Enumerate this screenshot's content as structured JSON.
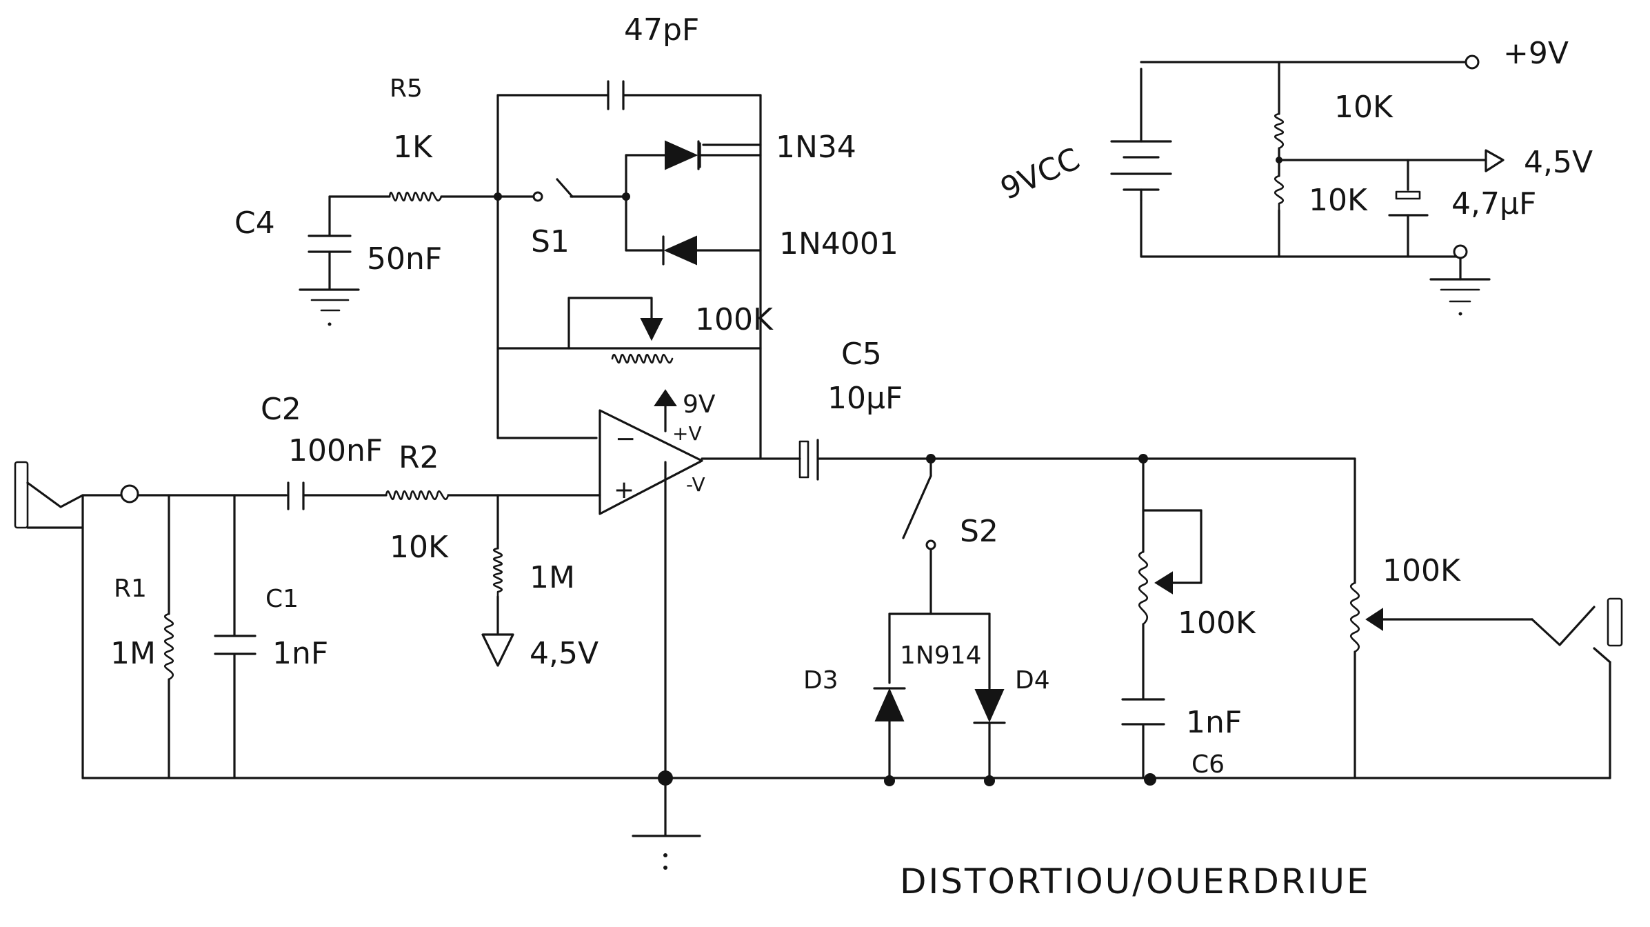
{
  "title": "DISTORTIOU/OUERDRIUE",
  "labels": {
    "c_feedback": "47pF",
    "r5_name": "R5",
    "r5_value": "1K",
    "c4_name": "C4",
    "c4_value": "50nF",
    "s1": "S1",
    "d_1n34": "1N34",
    "d_1n4001": "1N4001",
    "pot_feedback": "100K",
    "c5_name": "C5",
    "c5_value": "10µF",
    "c2_name": "C2",
    "c2_value": "100nF",
    "r2_name": "R2",
    "r2_value": "10K",
    "r_bias": "1M",
    "bias_v": "4,5V",
    "opamp_plus_v": "+V",
    "opamp_minus_v": "-V",
    "opamp_supply": "9V",
    "opamp_minus": "−",
    "opamp_plus": "+",
    "r1_name": "R1",
    "r1_value": "1M",
    "c1_name": "C1",
    "c1_value": "1nF",
    "s2": "S2",
    "d_1n914": "1N914",
    "d3": "D3",
    "d4": "D4",
    "pot_tone": "100K",
    "c6_value": "1nF",
    "c6_name": "C6",
    "pot_vol": "100K",
    "supply_plus": "+9V",
    "supply_r_top": "10K",
    "supply_r_bot": "10K",
    "supply_half": "4,5V",
    "supply_cap": "4,7µF",
    "battery": "9VCC"
  }
}
